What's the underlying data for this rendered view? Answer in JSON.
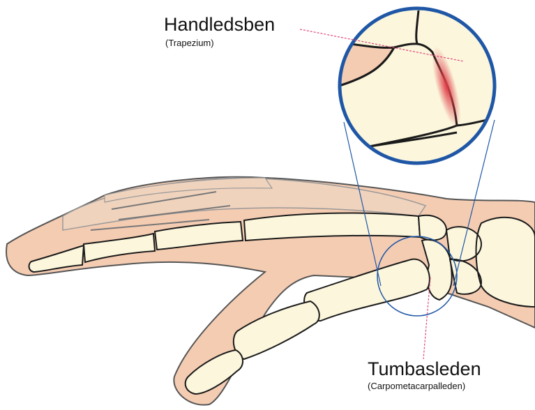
{
  "labels": {
    "top": {
      "title": "Handledsben",
      "subtitle": "(Trapezium)"
    },
    "bottom": {
      "title": "Tumbasleden",
      "subtitle": "(Carpometacarpalleden)"
    }
  },
  "colors": {
    "skin": "#f4ccb2",
    "bone": "#fbf6dc",
    "outline": "#1a1a1a",
    "magnifier": "#1f57a6",
    "leader": "#e0457b",
    "inflammation": "#e0404a"
  }
}
